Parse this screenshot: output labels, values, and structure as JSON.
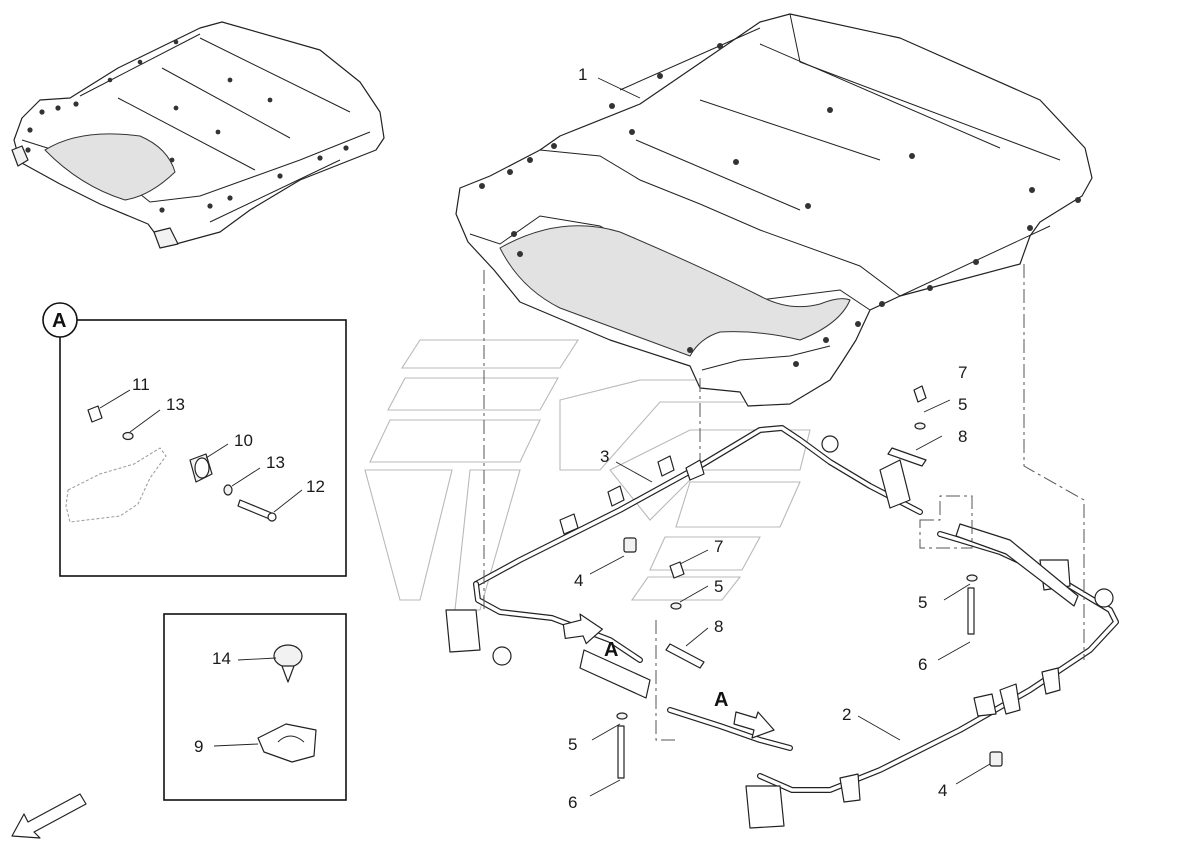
{
  "diagram": {
    "main_callouts": [
      {
        "id": "c1",
        "text": "1"
      },
      {
        "id": "c2",
        "text": "2"
      },
      {
        "id": "c3",
        "text": "3"
      },
      {
        "id": "c4a",
        "text": "4"
      },
      {
        "id": "c4b",
        "text": "4"
      },
      {
        "id": "c5a",
        "text": "5"
      },
      {
        "id": "c5b",
        "text": "5"
      },
      {
        "id": "c5c",
        "text": "5"
      },
      {
        "id": "c5d",
        "text": "5"
      },
      {
        "id": "c6a",
        "text": "6"
      },
      {
        "id": "c6b",
        "text": "6"
      },
      {
        "id": "c7a",
        "text": "7"
      },
      {
        "id": "c7b",
        "text": "7"
      },
      {
        "id": "c8a",
        "text": "8"
      },
      {
        "id": "c8b",
        "text": "8"
      }
    ],
    "view_markers": [
      {
        "id": "arrowA1",
        "text": "A"
      },
      {
        "id": "arrowA2",
        "text": "A"
      }
    ],
    "detail_a": {
      "badge": "A",
      "callouts": [
        {
          "id": "d11",
          "text": "11"
        },
        {
          "id": "d13a",
          "text": "13"
        },
        {
          "id": "d10",
          "text": "10"
        },
        {
          "id": "d13b",
          "text": "13"
        },
        {
          "id": "d12",
          "text": "12"
        }
      ]
    },
    "detail_b": {
      "callouts": [
        {
          "id": "d14",
          "text": "14"
        },
        {
          "id": "d9",
          "text": "9"
        }
      ]
    },
    "icons": [
      "front-direction-arrow-icon"
    ]
  }
}
